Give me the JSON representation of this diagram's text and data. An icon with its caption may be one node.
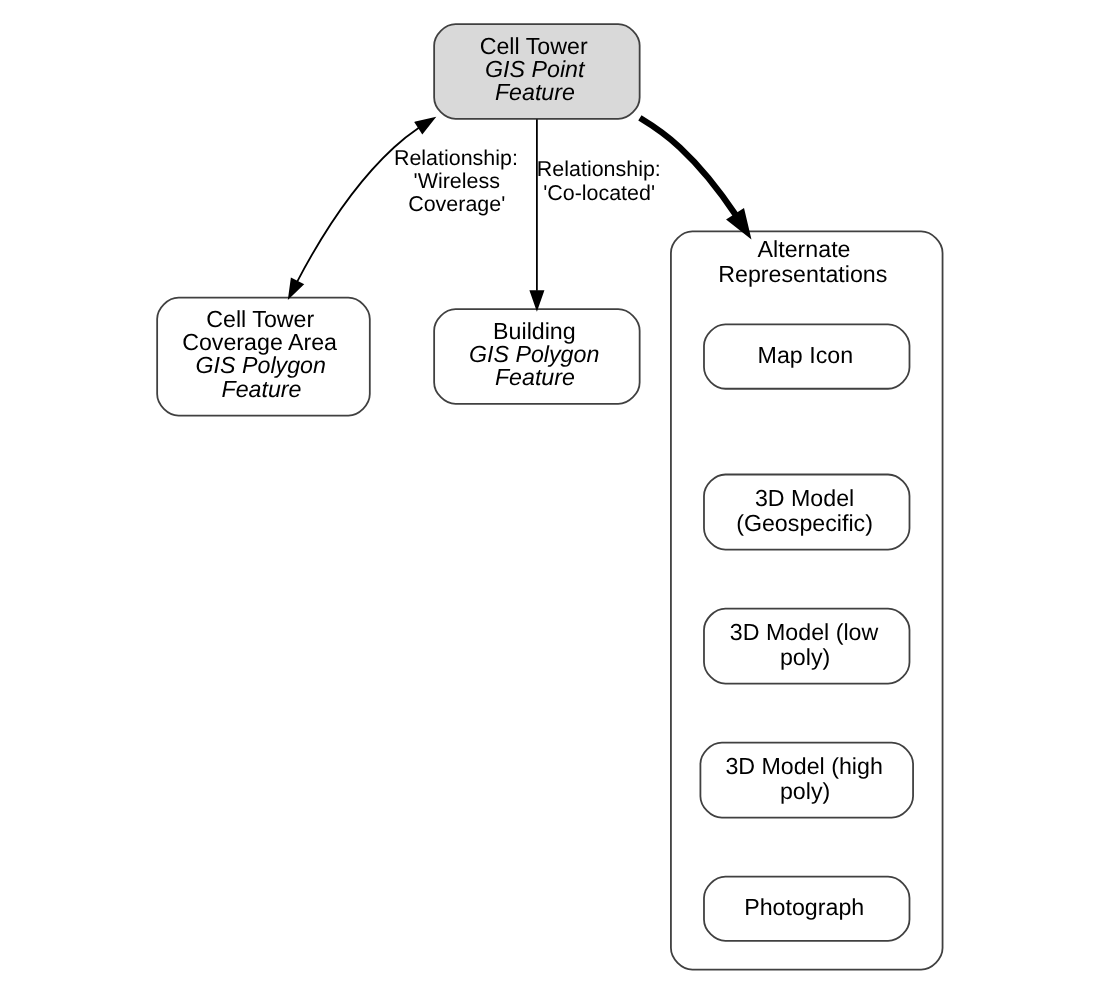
{
  "diagram": {
    "nodes": [
      {
        "text": [
          "Cell Tower",
          "GIS Point Feature"
        ]
      },
      {
        "text": [
          "Alternate Representations"
        ]
      },
      {
        "text": [
          "Map Icon"
        ],
        "in": 1
      },
      {
        "text": [
          "3D Model (Geospecific)"
        ],
        "in": 1
      },
      {
        "text": [
          "3D Model (low poly)"
        ],
        "in": 1
      },
      {
        "text": [
          "3D Model (high poly)"
        ],
        "in": 1
      },
      {
        "text": [
          "Photograph"
        ],
        "in": 1
      },
      {
        "text": [
          "Cell Tower Coverage Area",
          "GIS Polygon Feature"
        ]
      },
      {
        "text": [
          "Building",
          "GIS Polygon Feature"
        ]
      }
    ],
    "edges": [
      {
        "from": 0,
        "to": 1,
        "arrow": "to",
        "style": "thick"
      },
      {
        "from": 0,
        "to": 7,
        "arrow": "both",
        "label": "Relationship: 'Wireless Coverage'"
      },
      {
        "from": 0,
        "to": 8,
        "arrow": "to",
        "label": "Relationship: 'Co-located'"
      }
    ]
  }
}
